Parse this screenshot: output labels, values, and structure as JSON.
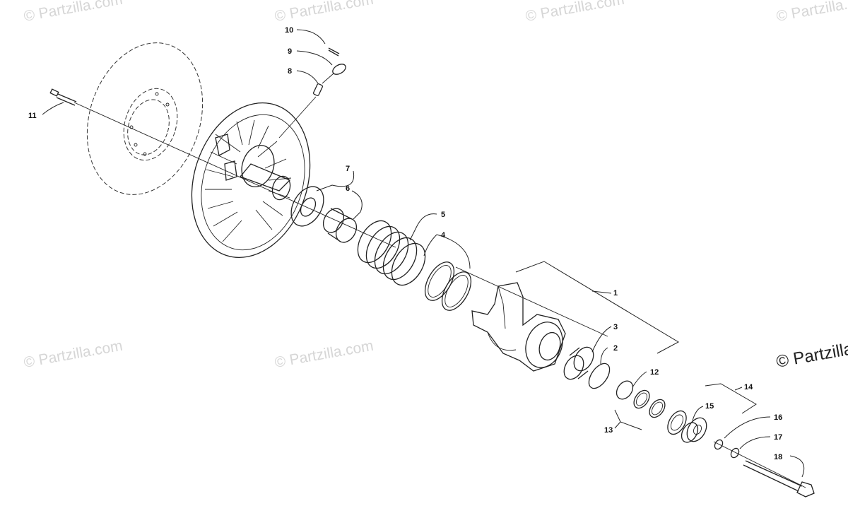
{
  "watermark": {
    "text": "© Partzilla.com",
    "text_edge": "© Partzilla"
  },
  "callouts": [
    "1",
    "2",
    "3",
    "4",
    "5",
    "6",
    "7",
    "8",
    "9",
    "10",
    "11",
    "12",
    "13",
    "14",
    "15",
    "16",
    "17",
    "18"
  ]
}
